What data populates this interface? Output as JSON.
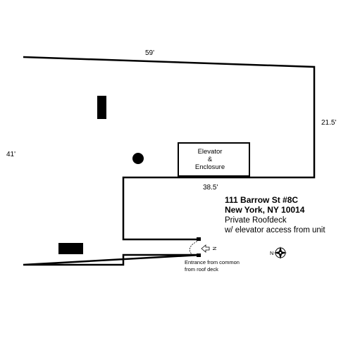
{
  "dimensions": {
    "top": "59'",
    "left": "41'",
    "right": "21.5'",
    "inner": "38.5'"
  },
  "elevator": {
    "line1": "Elevator",
    "line2": "&",
    "line3": "Enclosure"
  },
  "address": {
    "line1": "111 Barrow St #8C",
    "line2": "New York, NY  10014",
    "line3": "Private Roofdeck",
    "line4": "w/ elevator access from unit"
  },
  "entrance": {
    "line1": "Entrance from common",
    "line2": "from roof deck",
    "arrow_label": "N"
  },
  "compass_label": "N",
  "colors": {
    "line": "#000000",
    "background": "#ffffff"
  }
}
